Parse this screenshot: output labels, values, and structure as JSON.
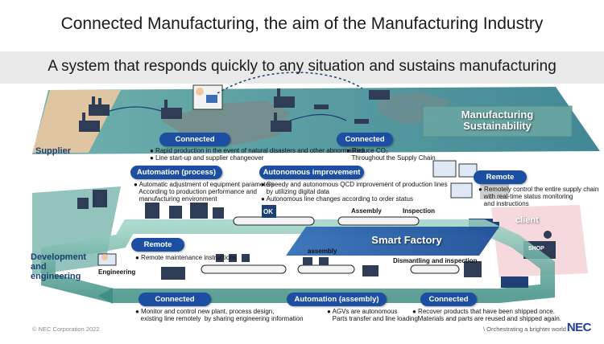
{
  "title": "Connected Manufacturing, the aim of the Manufacturing Industry",
  "subtitle": "A system that responds quickly to any situation and sustains manufacturing",
  "supplier_label": "Supplier",
  "dev_label": "Development and engineering",
  "engineering_label": "Engineering",
  "client_label": "client",
  "shop_label": "SHOP",
  "ok_label": "OK",
  "manufacturing_sustainability": "Manufacturing Sustainability",
  "smart_factory": "Smart Factory",
  "pills": {
    "connected_top_left": "Connected",
    "connected_top_right": "Connected",
    "automation_process": "Automation (process)",
    "autonomous_improvement": "Autonomous improvement",
    "remote_right": "Remote",
    "remote_left": "Remote",
    "connected_bottom_left": "Connected",
    "automation_assembly": "Automation (assembly)",
    "connected_bottom_right": "Connected"
  },
  "notes": {
    "top_left": "● Rapid production in the event of natural disasters and other abnormalities\n● Line start-up and supplier changeover",
    "top_right": "● Reduce CO₂\n   Throughout the Supply Chain",
    "automation_process": "● Automatic adjustment of equipment parameters\n   According to production performance and\n   manufacturing environment",
    "autonomous_improvement": "● Speedy and autonomous QCD improvement of production lines\n   by utilizing digital data\n● Autonomous line changes according to order status",
    "remote_right": "● Remotely control the entire supply chain\n   with real-time status monitoring\n   and instructions",
    "remote_left": "● Remote maintenance instructions",
    "connected_bottom_left": "● Monitor and control new plant, process design,\n   existing line remotely  by sharing engineering information",
    "automation_assembly": "● AGVs are autonomous\n   Parts transfer and line loading",
    "connected_bottom_right": "● Recover products that have been shipped once.\n   Materials and parts are reused and shipped again."
  },
  "tags": {
    "assembly_top": "Assembly",
    "inspection": "Inspection",
    "assembly_bottom": "assembly",
    "dismantling": "Dismantling and inspection"
  },
  "footer": {
    "copyright": "© NEC Corporation 2022",
    "tagline": "\\ Orchestrating a brighter world",
    "logo": "NEC"
  },
  "colors": {
    "pill_blue": "#1c4ea1",
    "top_plane": "#3f8f8c",
    "factory_band": "#1f5fae",
    "sustainability_box": "#5f9ea0",
    "arrow_green": "#3a8f7a"
  }
}
